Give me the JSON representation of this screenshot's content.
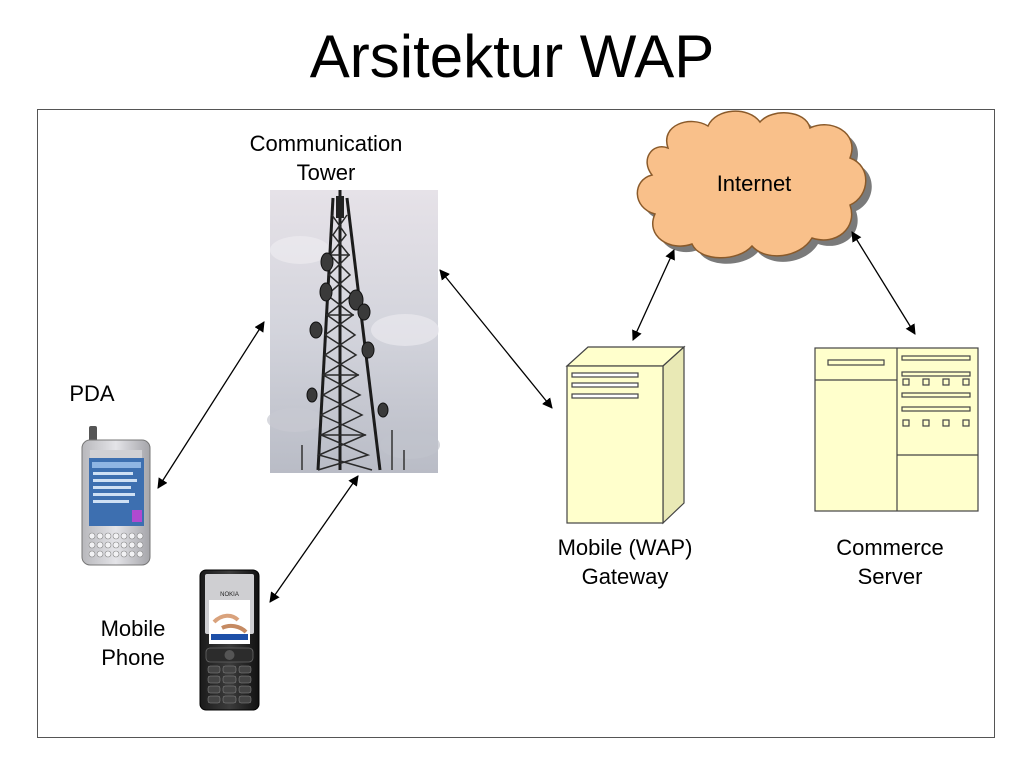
{
  "title": "Arsitektur WAP",
  "nodes": {
    "tower": {
      "line1": "Communication",
      "line2": "Tower"
    },
    "internet": {
      "label": "Internet"
    },
    "pda": {
      "label": "PDA"
    },
    "phone": {
      "line1": "Mobile",
      "line2": "Phone"
    },
    "gateway": {
      "line1": "Mobile (WAP)",
      "line2": "Gateway"
    },
    "server": {
      "line1": "Commerce",
      "line2": "Server"
    }
  },
  "devices": {
    "pda_brand": "",
    "phone_brand": "NOKIA"
  },
  "colors": {
    "cloud_fill": "#f9c08a",
    "cloud_stroke": "#8a5a2a",
    "cloud_shadow": "#7a7a7a",
    "server_fill": "#ffffcc",
    "server_stroke": "#444444",
    "tower_sky": "#d8d6de"
  }
}
